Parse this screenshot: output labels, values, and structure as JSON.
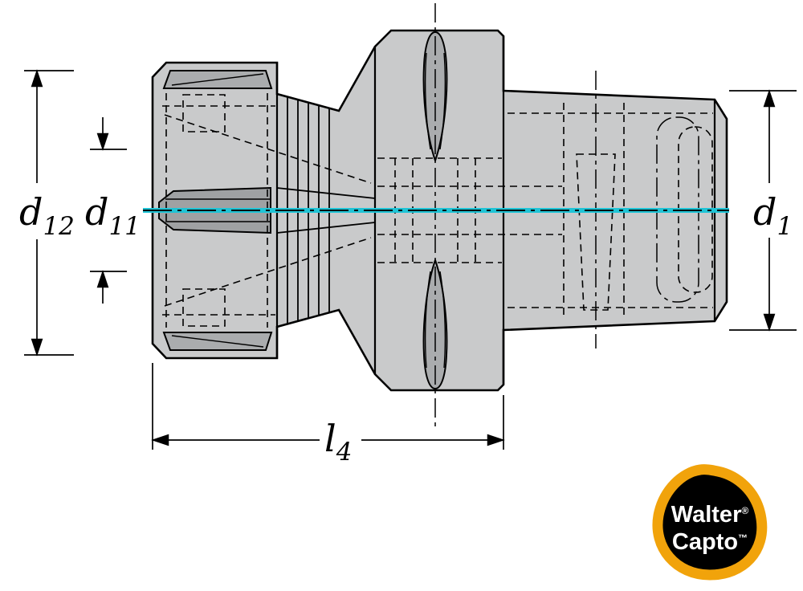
{
  "colors": {
    "body_fill": "#c9cacb",
    "slot_fill": "#aaacae",
    "band_fill": "#9fa1a3",
    "outline": "#000000",
    "centerline": "#1fc4d6",
    "logo_ring": "#f1a30b",
    "logo_bg": "#000000",
    "logo_text": "#ffffff"
  },
  "dimensions": {
    "d12": {
      "base": "d",
      "sub": "12"
    },
    "d11": {
      "base": "d",
      "sub": "11"
    },
    "d1": {
      "base": "d",
      "sub": "1"
    },
    "l4": {
      "base": "l",
      "sub": "4"
    }
  },
  "logo": {
    "line1": "Walter",
    "line1_mark": "®",
    "line2": "Capto",
    "line2_mark": "™"
  }
}
